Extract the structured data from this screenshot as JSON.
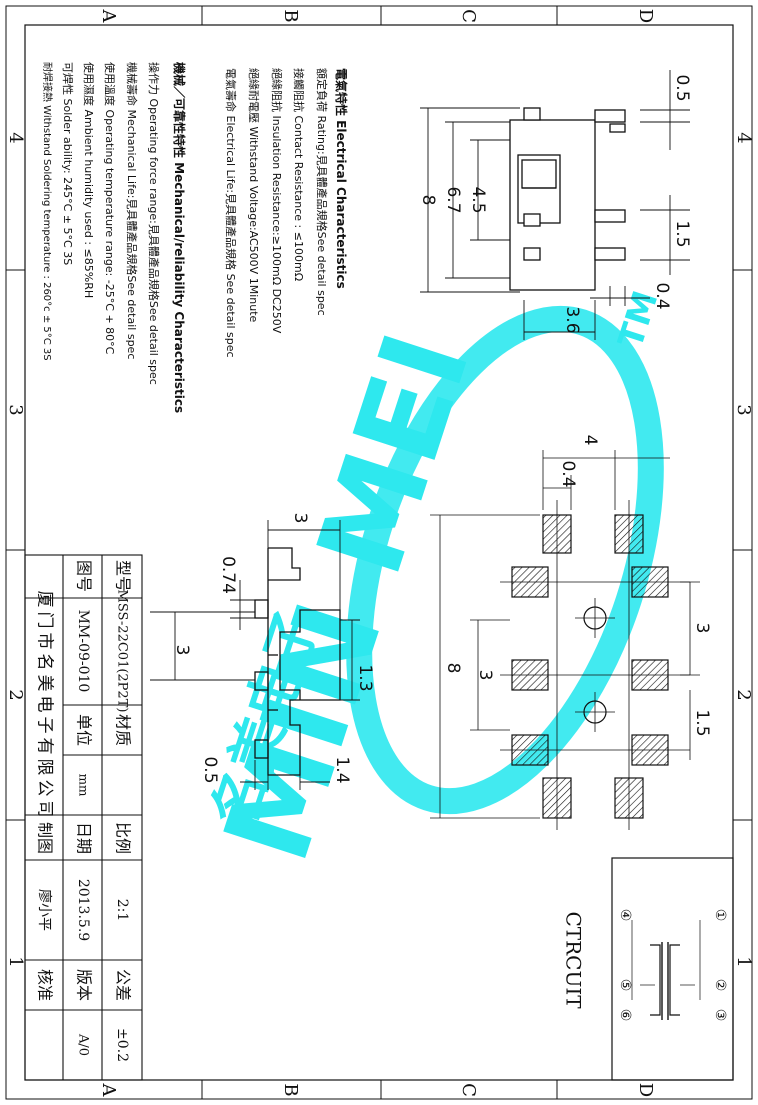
{
  "frame": {
    "col_letters": [
      "A",
      "B",
      "C",
      "D"
    ],
    "row_numbers": [
      "4",
      "3",
      "2",
      "1"
    ]
  },
  "specs": {
    "electrical": {
      "heading": "電氣特性 Electrical Characteristics",
      "lines": [
        "額定負荷 Rating:見具體產品規格See detail spec",
        "接觸阻抗 Contact Resistance : ≤100mΩ",
        "絕緣阻抗 Insulation Resistance:≥100mΩ DC250V",
        "絕緣耐電壓 Withstand Voltage:AC500V 1Minute",
        "電氣壽命 Electrical Life:見具體產品規格 See detail spec"
      ]
    },
    "mechanical": {
      "heading": "機械／可靠性特性 Mechanical/reliability Characteristics",
      "lines": [
        "操作力 Operating force range:見具體產品規格See detail spec",
        "機械壽命 Mechanical Life:見具體產品規格See detail spec",
        "使用溫度 Operating temperature range: -25°C + 80°C",
        "使用濕度 Ambient humidity used : ≤85%RH",
        "可焊性 Solder ability: 245°C ± 5°C 3S",
        "耐焊接熱 Withstand Soldering temperature : 260°c ± 5°C 3S"
      ]
    }
  },
  "dimensions": {
    "top_view": [
      "0.5",
      "8",
      "6.7",
      "4.5",
      "1.5",
      "0.4",
      "3.6"
    ],
    "pcb_layout": [
      "4",
      "0.4",
      "3",
      "8",
      "3",
      "1.5"
    ],
    "side_view": [
      "3",
      "0.74",
      "3",
      "1.3",
      "0.5",
      "1.4"
    ]
  },
  "circuit": {
    "title": "CTRCUIT",
    "pins": [
      "①",
      "②",
      "③",
      "④",
      "⑤",
      "⑥"
    ]
  },
  "title_block": {
    "model_label": "型号",
    "model_value": "MSS-22C01(2P2T)",
    "material_label": "材质",
    "scale_label": "比例",
    "scale_value": "2:1",
    "tolerance_label": "公差",
    "tolerance_value": "±0.2",
    "drawing_no_label": "图号",
    "drawing_no_value": "MM-09-010",
    "unit_label": "单位",
    "unit_value": "mm",
    "date_label": "日期",
    "date_value": "2013.5.9",
    "version_label": "版本",
    "version_value": "A/0",
    "company": "厦门市名美电子有限公司",
    "drafter_label": "制图",
    "drafter_value": "廖小平",
    "approve_label": "核准"
  },
  "watermark": {
    "brand": "MIN MEI",
    "tm": "TM",
    "cn": "名美电子"
  },
  "colors": {
    "line": "#111111",
    "watermark": "#2ee8ee"
  }
}
